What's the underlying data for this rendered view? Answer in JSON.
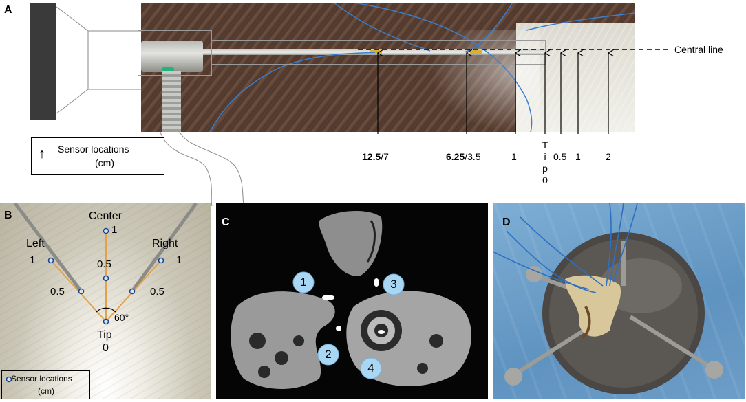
{
  "panel_a": {
    "letter": "A",
    "central_line_label": "Central line",
    "legend": {
      "arrow_glyph": "↑",
      "line1": "Sensor locations",
      "line2": "(cm)"
    },
    "sensors": [
      {
        "bold": "12.5",
        "sep": "/",
        "under": "7"
      },
      {
        "bold": "6.25",
        "sep": "/",
        "under": "3.5"
      },
      {
        "plain": "1"
      },
      {
        "tip_letters": [
          "T",
          "i",
          "p"
        ],
        "tip_value": "0"
      },
      {
        "plain": "0.5"
      },
      {
        "plain": "1"
      },
      {
        "plain": "2"
      }
    ]
  },
  "panel_b": {
    "letter": "B",
    "center_label": "Center",
    "left_label": "Left",
    "right_label": "Right",
    "tip_label": "Tip",
    "tip_value": "0",
    "angle_label": "60°",
    "center_1": "1",
    "center_05": "0.5",
    "left_1": "1",
    "left_05": "0.5",
    "right_1": "1",
    "right_05": "0.5",
    "legend_line1": "Sensor locations",
    "legend_line2": "(cm)"
  },
  "panel_c": {
    "letter": "C",
    "markers": [
      "1",
      "2",
      "3",
      "4"
    ]
  },
  "panel_d": {
    "letter": "D"
  },
  "colors": {
    "wood": "#5a3f33",
    "foam": "#ecebe4",
    "sensor_line": "#e3a24a",
    "marker_fill": "#a9d6f2",
    "wire": "#3a7fd1",
    "drape": "#74a6cf",
    "bowl": "#3d3a37"
  }
}
